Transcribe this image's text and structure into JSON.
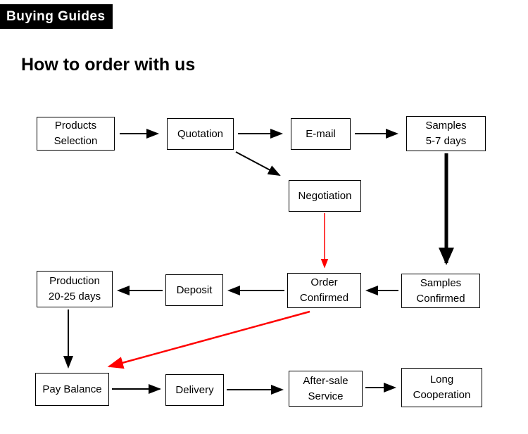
{
  "header": {
    "badge_label": "Buying Guides"
  },
  "title": "How to order with us",
  "colors": {
    "arrow_black": "#000000",
    "arrow_red": "#ff0000",
    "badge_bg": "#000000",
    "badge_text": "#ffffff"
  },
  "nodes": {
    "products": {
      "lines": [
        "Products",
        "Selection"
      ]
    },
    "quotation": {
      "lines": [
        "Quotation"
      ]
    },
    "email": {
      "lines": [
        "E-mail"
      ]
    },
    "samples": {
      "lines": [
        "Samples",
        "5-7 days"
      ]
    },
    "negotiation": {
      "lines": [
        "Negotiation"
      ]
    },
    "production": {
      "lines": [
        "Production",
        "20-25 days"
      ]
    },
    "deposit": {
      "lines": [
        "Deposit"
      ]
    },
    "order_confirmed": {
      "lines": [
        "Order",
        "Confirmed"
      ]
    },
    "samples_confirmed": {
      "lines": [
        "Samples",
        "Confirmed"
      ]
    },
    "pay_balance": {
      "lines": [
        "Pay Balance"
      ]
    },
    "delivery": {
      "lines": [
        "Delivery"
      ]
    },
    "aftersale": {
      "lines": [
        "After-sale",
        "Service"
      ]
    },
    "long_cooperation": {
      "lines": [
        "Long",
        "Cooperation"
      ]
    }
  },
  "flow": {
    "edges": [
      "products->quotation",
      "quotation->email",
      "email->samples",
      "quotation->negotiation",
      "negotiation->order_confirmed (red)",
      "samples->samples_confirmed",
      "samples_confirmed->order_confirmed",
      "order_confirmed->deposit",
      "deposit->production",
      "production->pay_balance",
      "order_confirmed->pay_balance (red)",
      "pay_balance->delivery",
      "delivery->aftersale",
      "aftersale->long_cooperation"
    ]
  }
}
